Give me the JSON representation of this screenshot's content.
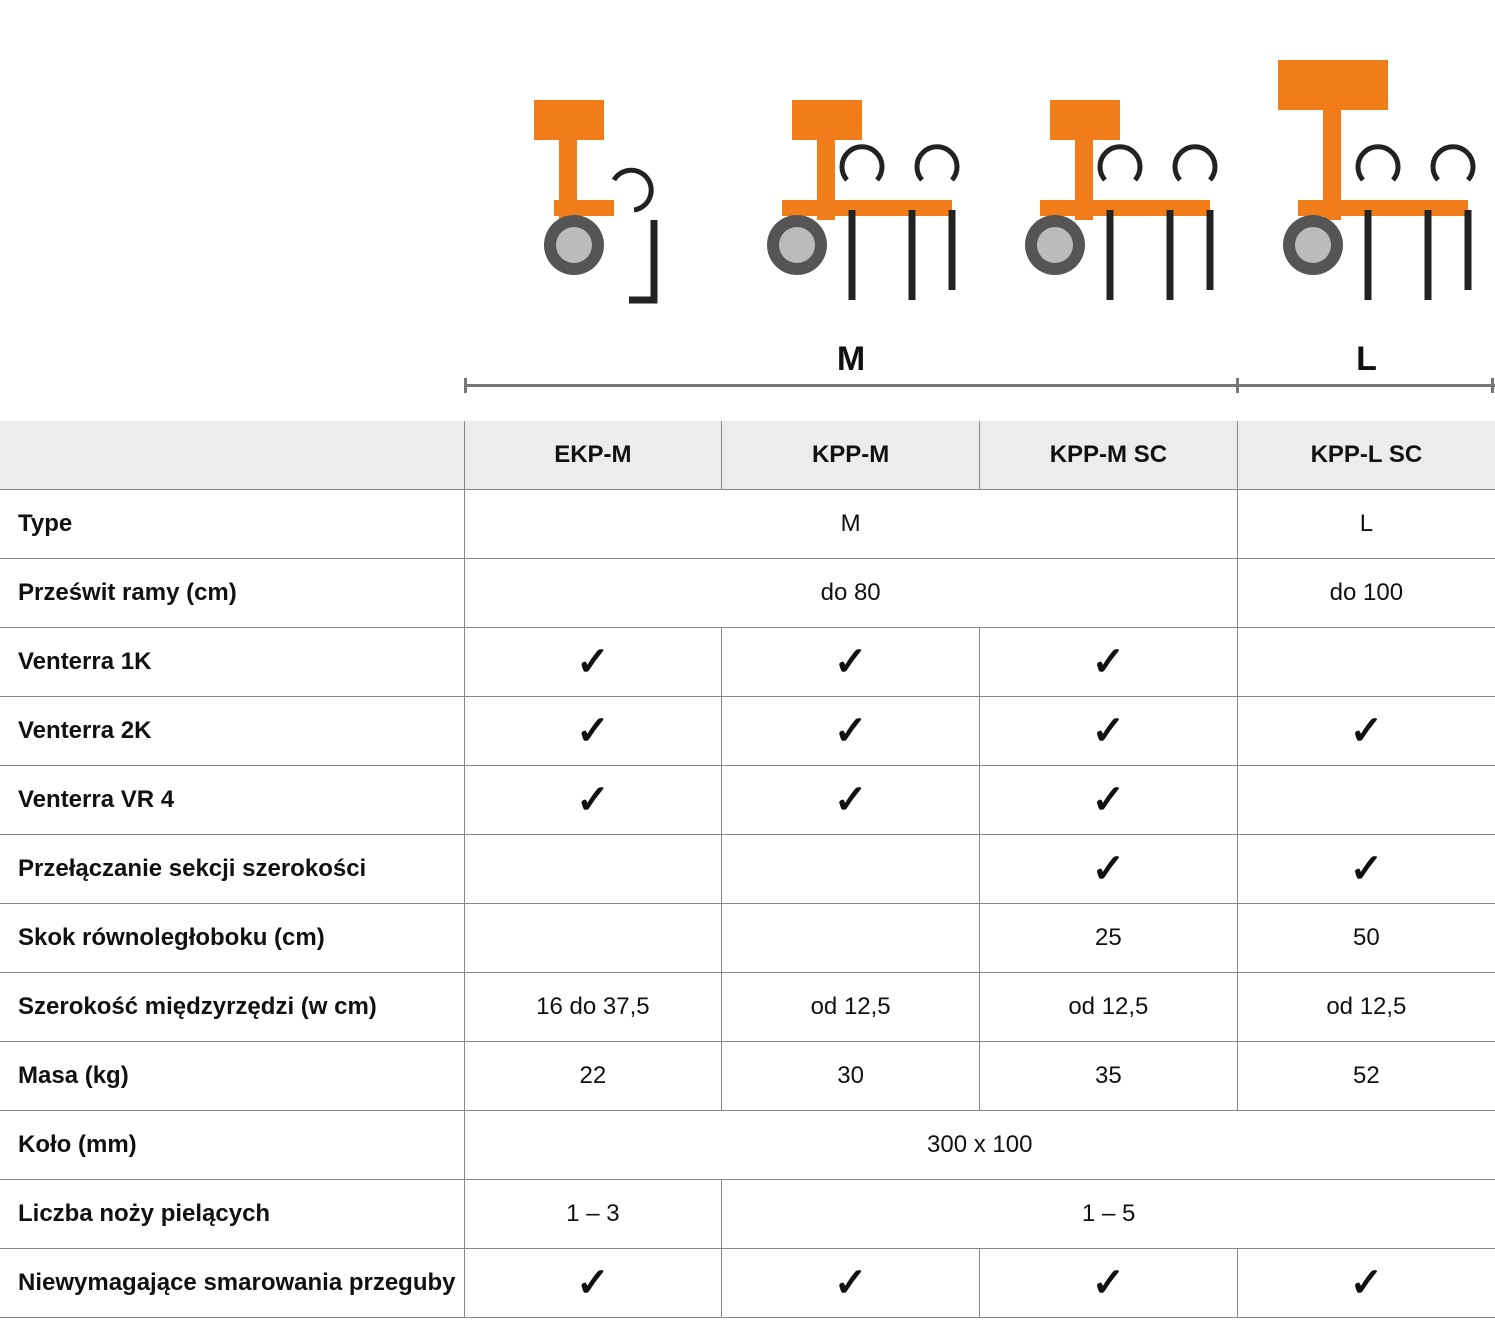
{
  "groups": [
    {
      "label": "M"
    },
    {
      "label": "L"
    }
  ],
  "columns": [
    "EKP-M",
    "KPP-M",
    "KPP-M SC",
    "KPP-L SC"
  ],
  "check_glyph": "✓",
  "accent": "#f07c1a",
  "rows": [
    {
      "label": "Type",
      "cells": [
        {
          "v": "M",
          "span": 3
        },
        {
          "v": "L",
          "span": 1
        }
      ]
    },
    {
      "label": "Prześwit ramy (cm)",
      "cells": [
        {
          "v": "do 80",
          "span": 3
        },
        {
          "v": "do 100",
          "span": 1
        }
      ]
    },
    {
      "label": "Venterra 1K",
      "cells": [
        {
          "v": "✓"
        },
        {
          "v": "✓"
        },
        {
          "v": "✓"
        },
        {
          "v": ""
        }
      ]
    },
    {
      "label": "Venterra 2K",
      "cells": [
        {
          "v": "✓"
        },
        {
          "v": "✓"
        },
        {
          "v": "✓"
        },
        {
          "v": "✓"
        }
      ]
    },
    {
      "label": "Venterra VR 4",
      "cells": [
        {
          "v": "✓"
        },
        {
          "v": "✓"
        },
        {
          "v": "✓"
        },
        {
          "v": ""
        }
      ]
    },
    {
      "label": "Przełączanie sekcji szerokości",
      "cells": [
        {
          "v": ""
        },
        {
          "v": ""
        },
        {
          "v": "✓"
        },
        {
          "v": "✓"
        }
      ]
    },
    {
      "label": "Skok równoległoboku (cm)",
      "cells": [
        {
          "v": ""
        },
        {
          "v": ""
        },
        {
          "v": "25"
        },
        {
          "v": "50"
        }
      ]
    },
    {
      "label": "Szerokość międzyrzędzi (w cm)",
      "cells": [
        {
          "v": "16 do 37,5"
        },
        {
          "v": "od 12,5"
        },
        {
          "v": "od 12,5"
        },
        {
          "v": "od 12,5"
        }
      ]
    },
    {
      "label": "Masa (kg)",
      "cells": [
        {
          "v": "22"
        },
        {
          "v": "30"
        },
        {
          "v": "35"
        },
        {
          "v": "52"
        }
      ]
    },
    {
      "label": "Koło (mm)",
      "cells": [
        {
          "v": "300 x 100",
          "span": 4
        }
      ]
    },
    {
      "label": "Liczba noży pielących",
      "cells": [
        {
          "v": "1 – 3",
          "span": 1
        },
        {
          "v": "1 – 5",
          "span": 3
        }
      ]
    },
    {
      "label": "Niewymagające smarowania przeguby",
      "cells": [
        {
          "v": "✓"
        },
        {
          "v": "✓"
        },
        {
          "v": "✓"
        },
        {
          "v": "✓"
        }
      ]
    }
  ]
}
